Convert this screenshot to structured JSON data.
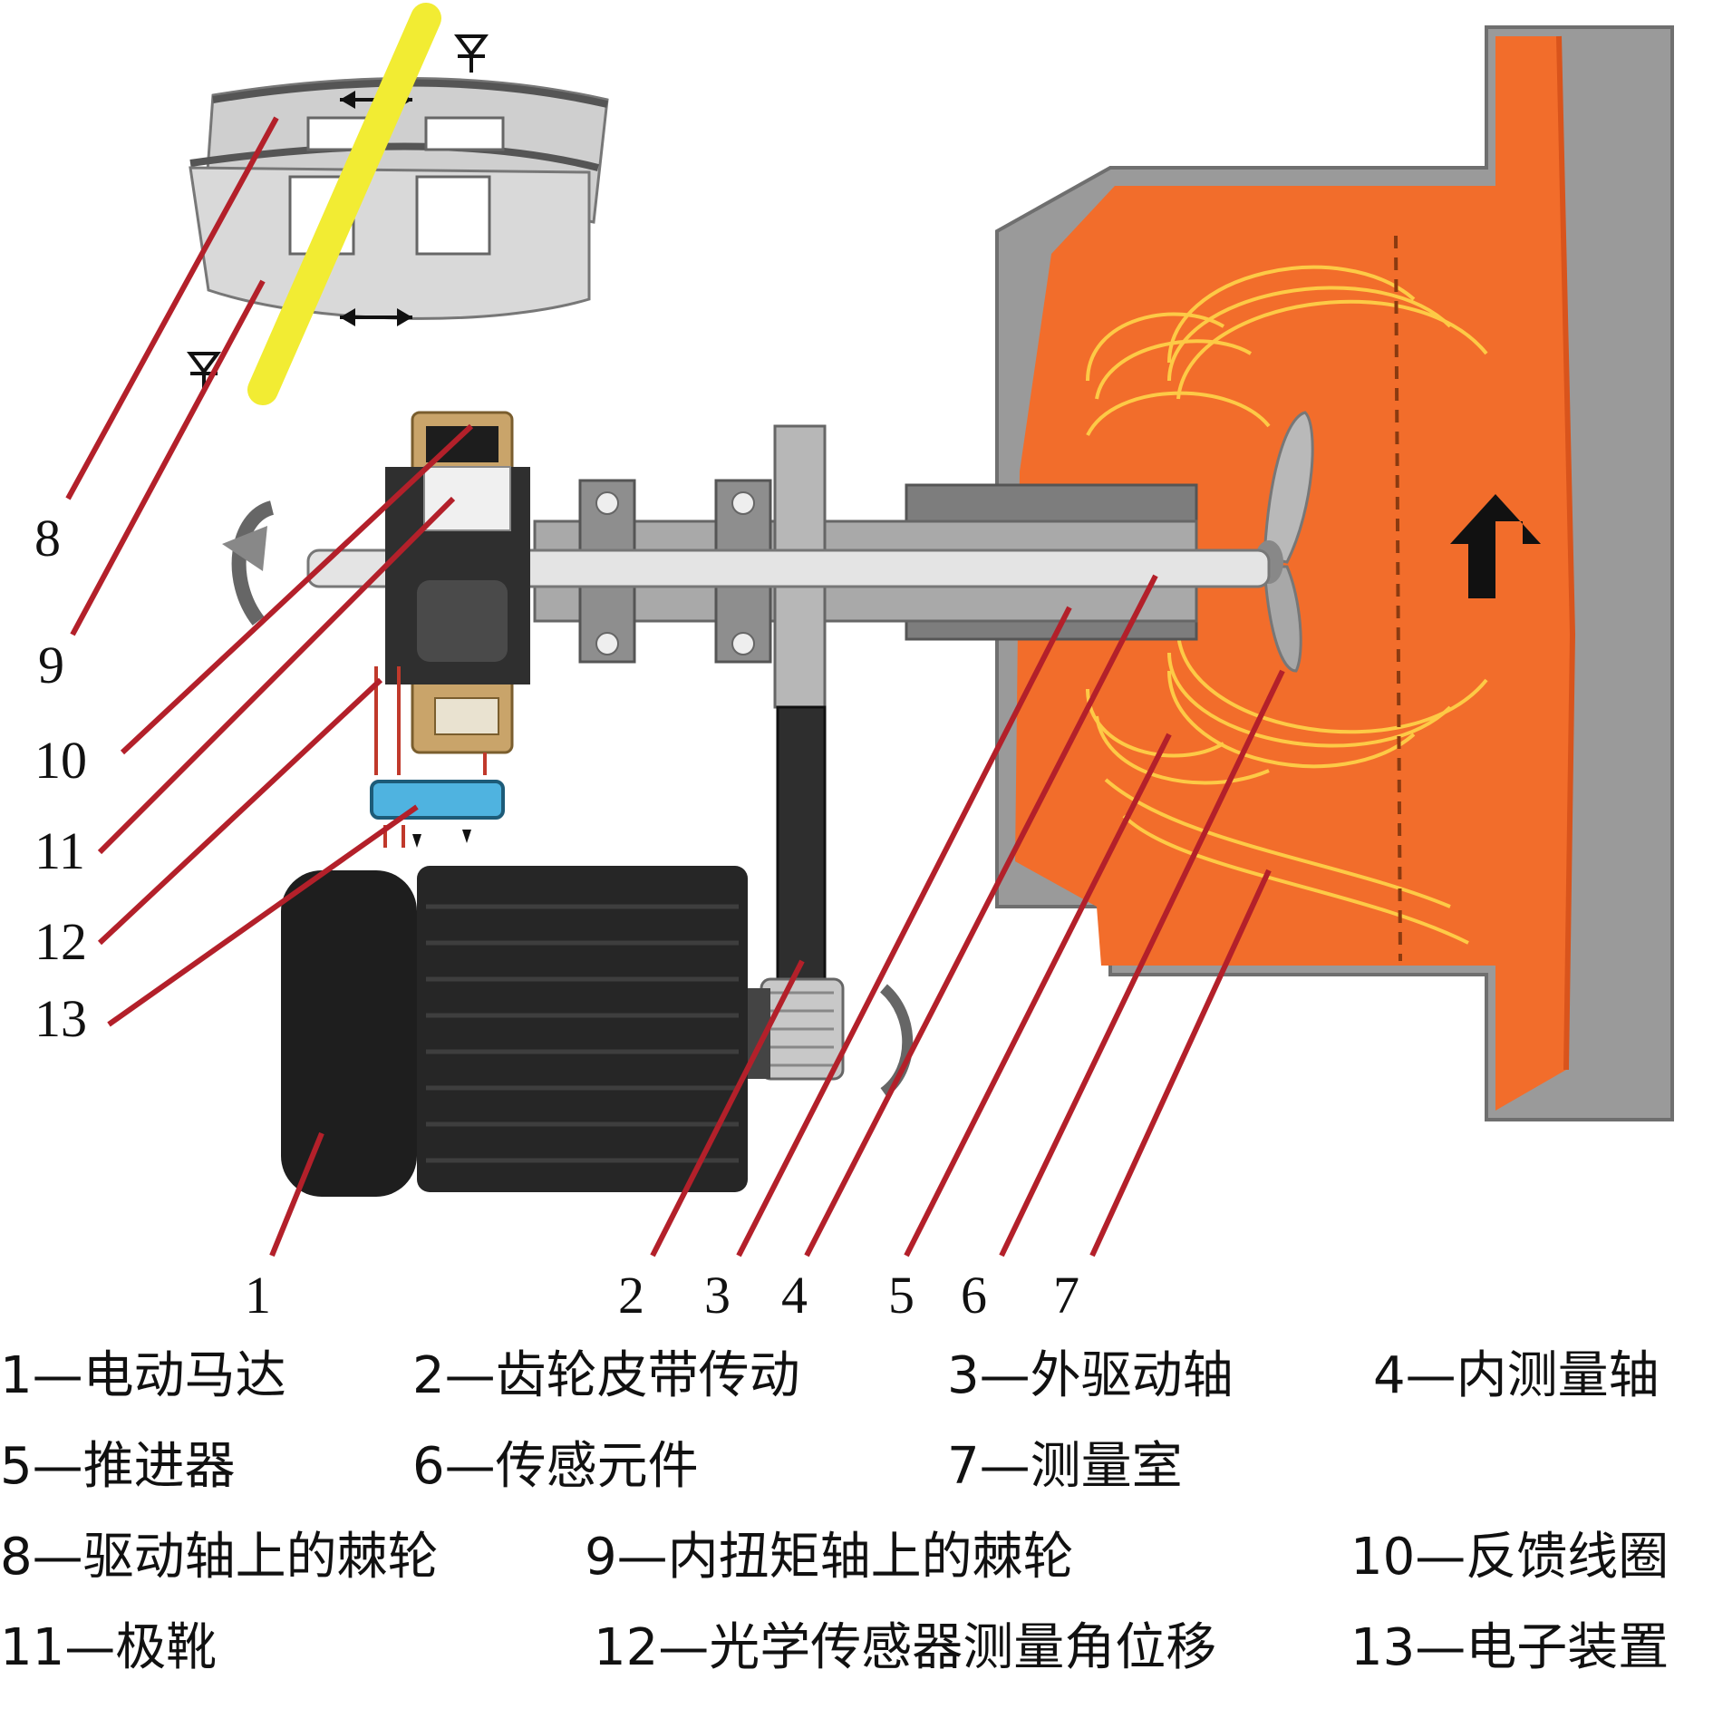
{
  "callouts": [
    "1",
    "2",
    "3",
    "4",
    "5",
    "6",
    "7",
    "8",
    "9",
    "10",
    "11",
    "12",
    "13"
  ],
  "legend": [
    "1—电动马达",
    "2—齿轮皮带传动",
    "3—外驱动轴",
    "4—内测量轴",
    "5—推进器",
    "6—传感元件",
    "7—测量室",
    "8—驱动轴上的棘轮",
    "9—内扭矩轴上的棘轮",
    "10—反馈线圈",
    "11—极靴",
    "12—光学传感器测量角位移",
    "13—电子装置"
  ],
  "colors": {
    "chamber": "#f26d2b",
    "field_lines": "#ffd54a",
    "motor": "#222222",
    "housing": "#9a9a9a",
    "leader": "#b3202a",
    "ratchet_shaft": "#f2ec33",
    "electronics": "#4fb3e0"
  },
  "icons": [
    "photodiode-icon",
    "rotation-arrow-icon",
    "flow-arrow-icon"
  ]
}
